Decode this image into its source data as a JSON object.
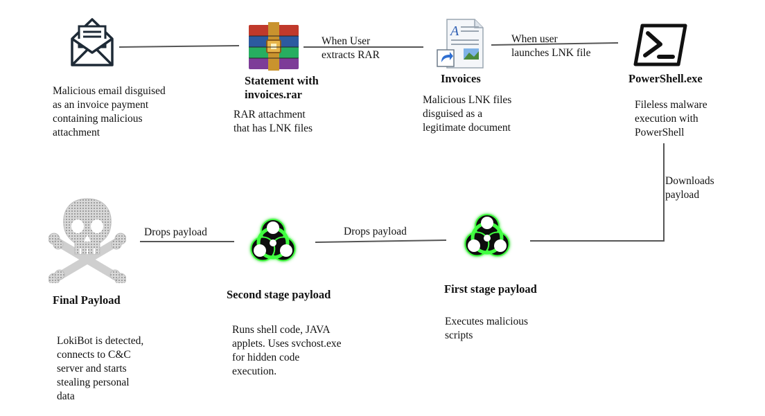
{
  "nodes": {
    "email": {
      "icon": "envelope-icon",
      "title": "",
      "desc": "Malicious email disguised\nas an invoice payment\ncontaining malicious\nattachment"
    },
    "rar": {
      "icon": "winrar-archive-icon",
      "title": "Statement with\ninvoices.rar",
      "desc": "RAR attachment\nthat  has LNK files"
    },
    "invoices": {
      "icon": "lnk-document-icon",
      "title": "Invoices",
      "desc": "Malicious LNK files\ndisguised as a\nlegitimate document"
    },
    "powershell": {
      "icon": "powershell-icon",
      "title": "PowerShell.exe",
      "desc": "Fileless malware\nexecution with\nPowerShell"
    },
    "first_stage": {
      "icon": "biohazard-icon",
      "title": "First stage payload",
      "desc": "Executes malicious\nscripts"
    },
    "second_stage": {
      "icon": "biohazard-icon",
      "title": "Second stage payload",
      "desc": "Runs shell code, JAVA\napplets. Uses svchost.exe\nfor hidden code\nexecution."
    },
    "final": {
      "icon": "skull-crossbones-icon",
      "title": "Final Payload",
      "desc": "LokiBot is detected,\nconnects to C&C\nserver and starts\nstealing personal\ndata"
    }
  },
  "edges": {
    "rar_to_invoices": "When User\nextracts RAR",
    "invoices_to_powershell": "When user\nlaunches LNK file",
    "powershell_to_first": "Downloads\npayload",
    "first_to_second": "Drops payload",
    "second_to_final": "Drops payload"
  },
  "colors": {
    "line": "#555555",
    "icon": "#1e2a36",
    "biohazard_glow": "#3fff3f",
    "winrar_red": "#c0392b",
    "winrar_blue": "#2c5aa0",
    "winrar_green": "#27ae60",
    "winrar_purple": "#7d3c98"
  }
}
